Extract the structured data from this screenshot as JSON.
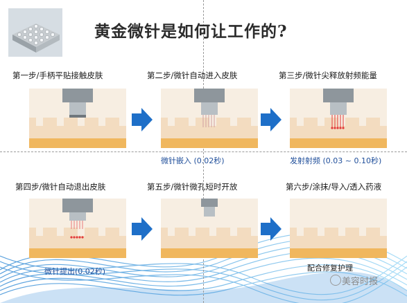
{
  "title": "黄金微针是如何让工作的?",
  "steps": [
    {
      "label": "第一步/手柄平贴接触皮肤",
      "caption": ""
    },
    {
      "label": "第二步/微针自动进入皮肤",
      "caption": "微针嵌入 (0.02秒)"
    },
    {
      "label": "第三步/微针尖释放射频能量",
      "caption": "发射射频 (0.03 ~ 0.10秒)"
    },
    {
      "label": "第四步/微针自动退出皮肤",
      "caption": "微针提出(0.02秒)"
    },
    {
      "label": "第五步/微针微孔短时开放",
      "caption": ""
    },
    {
      "label": "第六步/涂抹/导入/透入药液",
      "caption": "配合修复护理"
    }
  ],
  "watermark": "美容时报",
  "colors": {
    "arrow": "#1e6fc8",
    "skin_top": "#f3dcc0",
    "skin_mid": "#f6e6cf",
    "skin_low": "#f0b75e",
    "needle": "#e23b3b",
    "caption_blue": "#1f4e9a"
  },
  "icons": [
    "microneedle-head-icon",
    "arrow-right-icon",
    "wechat-watermark-icon"
  ]
}
